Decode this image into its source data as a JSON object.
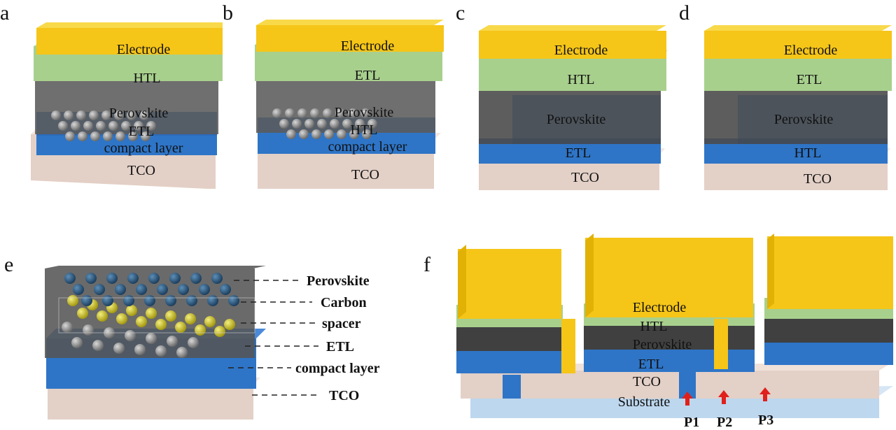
{
  "panels": {
    "a": {
      "letter": "a",
      "layers": {
        "electrode": "Electrode",
        "top": "HTL",
        "perovskite": "Perovskite",
        "middle": "ETL",
        "compact": "compact layer",
        "tco": "TCO"
      }
    },
    "b": {
      "letter": "b",
      "layers": {
        "electrode": "Electrode",
        "top": "ETL",
        "perovskite": "Perovskite",
        "middle": "HTL",
        "compact": "compact layer",
        "tco": "TCO"
      }
    },
    "c": {
      "letter": "c",
      "layers": {
        "electrode": "Electrode",
        "top": "HTL",
        "perovskite": "Perovskite",
        "bottom": "ETL",
        "tco": "TCO"
      }
    },
    "d": {
      "letter": "d",
      "layers": {
        "electrode": "Electrode",
        "top": "ETL",
        "perovskite": "Perovskite",
        "bottom": "HTL",
        "tco": "TCO"
      }
    },
    "e": {
      "letter": "e",
      "labels": {
        "perovskite": "Perovskite",
        "carbon": "Carbon",
        "spacer": "spacer",
        "etl": "ETL",
        "compact": "compact layer",
        "tco": "TCO"
      }
    },
    "f": {
      "letter": "f",
      "labels": {
        "electrode": "Electrode",
        "htl": "HTL",
        "perovskite": "Perovskite",
        "etl": "ETL",
        "tco": "TCO",
        "substrate": "Substrate",
        "p1": "P1",
        "p2": "P2",
        "p3": "P3"
      }
    }
  },
  "colors": {
    "electrode": "#f5c518",
    "htl": "#a8d08d",
    "perovskite": "#505050",
    "etl": "#2e75c7",
    "tco": "#e8d5cc",
    "substrate": "#bdd7ee",
    "carbon_spacer": "#d4cc2a",
    "arrow": "#e0201b"
  }
}
